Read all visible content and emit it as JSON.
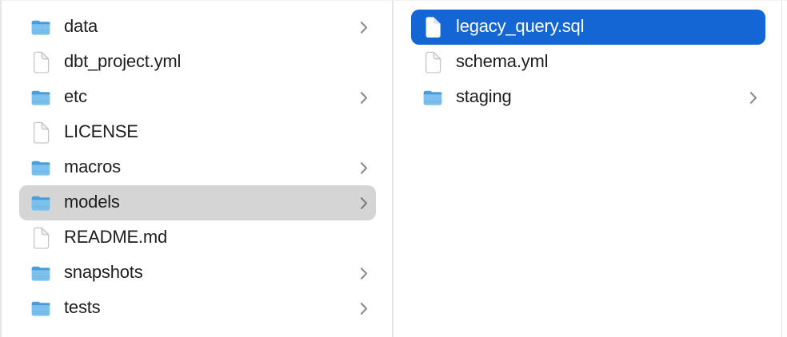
{
  "app": {
    "name": "Finder column view",
    "view": "columns"
  },
  "colors": {
    "selection_active_blue": "#1466d4",
    "selection_inactive_gray": "#d5d5d5",
    "text": "#1e1e1e",
    "text_on_selection": "#ffffff",
    "divider": "#e4e4e4",
    "chevron": "#8f8f8f",
    "folder_body_blue": "#7cc0ee",
    "folder_tab_blue": "#4f9fdc"
  },
  "columns": [
    {
      "name": "parent-column",
      "items": [
        {
          "label": "data",
          "icon": "folder-icon",
          "chevron": true,
          "selected": false
        },
        {
          "label": "dbt_project.yml",
          "icon": "file-icon",
          "chevron": false,
          "selected": false
        },
        {
          "label": "etc",
          "icon": "folder-icon",
          "chevron": true,
          "selected": false
        },
        {
          "label": "LICENSE",
          "icon": "file-icon",
          "chevron": false,
          "selected": false
        },
        {
          "label": "macros",
          "icon": "folder-icon",
          "chevron": true,
          "selected": false
        },
        {
          "label": "models",
          "icon": "folder-icon",
          "chevron": true,
          "selected": true,
          "selection_style": "inactive-gray"
        },
        {
          "label": "README.md",
          "icon": "file-icon",
          "chevron": false,
          "selected": false
        },
        {
          "label": "snapshots",
          "icon": "folder-icon",
          "chevron": true,
          "selected": false
        },
        {
          "label": "tests",
          "icon": "folder-icon",
          "chevron": true,
          "selected": false
        }
      ]
    },
    {
      "name": "models-contents-column",
      "items": [
        {
          "label": "legacy_query.sql",
          "icon": "file-icon",
          "chevron": false,
          "selected": true,
          "selection_style": "active-blue"
        },
        {
          "label": "schema.yml",
          "icon": "file-icon",
          "chevron": false,
          "selected": false
        },
        {
          "label": "staging",
          "icon": "folder-icon",
          "chevron": true,
          "selected": false
        }
      ]
    }
  ]
}
